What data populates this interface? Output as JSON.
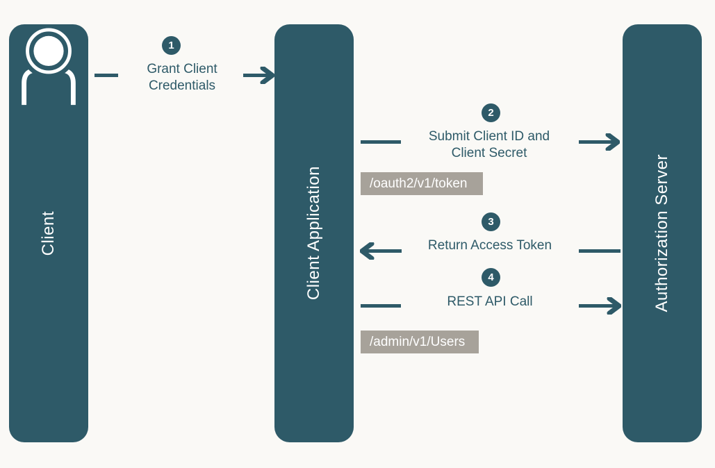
{
  "colors": {
    "teal": "#2E5A68",
    "gray": "#A7A29A",
    "background": "#FAF9F6",
    "lane_text": "#FFFFFF"
  },
  "lanes": [
    {
      "id": "client",
      "label": "Client"
    },
    {
      "id": "client-application",
      "label": "Client Application"
    },
    {
      "id": "authorization-server",
      "label": "Authorization Server"
    }
  ],
  "steps": [
    {
      "number": "1",
      "label": "Grant Client\nCredentials",
      "arrow_direction": "right"
    },
    {
      "number": "2",
      "label": "Submit Client ID and\nClient Secret",
      "arrow_direction": "right"
    },
    {
      "number": "3",
      "label": "Return Access Token",
      "arrow_direction": "left"
    },
    {
      "number": "4",
      "label": "REST API Call",
      "arrow_direction": "right"
    }
  ],
  "endpoints": [
    {
      "label": "/oauth2/v1/token"
    },
    {
      "label": "/admin/v1/Users"
    }
  ],
  "icons": [
    {
      "name": "person-icon"
    }
  ]
}
